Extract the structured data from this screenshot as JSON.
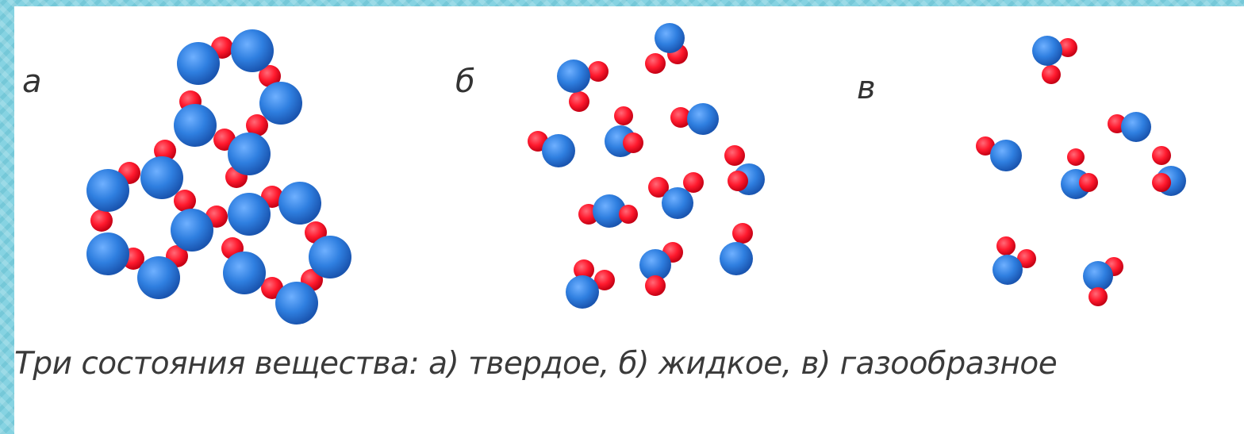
{
  "labels": {
    "solid": "а",
    "liquid": "б",
    "gas": "в"
  },
  "caption": "Три состояния вещества: а) твердое, б) жидкое, в) газообразное",
  "colors": {
    "oxygen_atom": "#ff1a2e",
    "hydrogen_atom": "#2f7fe0",
    "frame": "#86d3e2",
    "text": "#333333"
  }
}
